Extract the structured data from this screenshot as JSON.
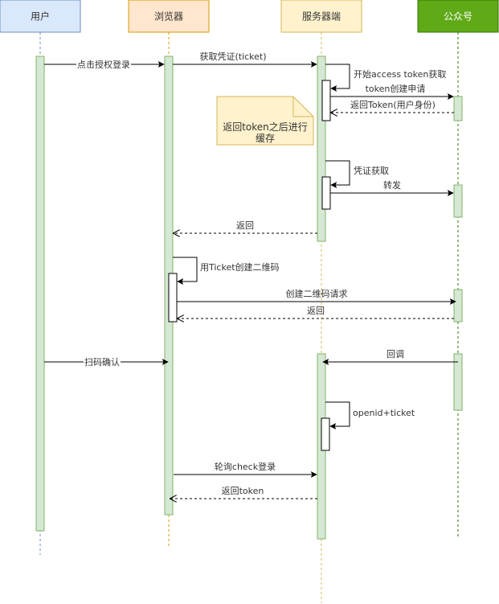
{
  "colors": {
    "user_fill": "#dae8fc",
    "user_stroke": "#6c8ebf",
    "browser_fill": "#ffe6cc",
    "browser_stroke": "#d79b00",
    "server_fill": "#fff2cc",
    "server_stroke": "#d6b656",
    "wx_fill": "#60a917",
    "wx_stroke": "#2d7600",
    "activation_fill": "#d5e8d4",
    "activation_stroke": "#82b366",
    "note_fill": "#fff2cc",
    "note_stroke": "#d6b656"
  },
  "participants": [
    {
      "id": "user",
      "label": "用户"
    },
    {
      "id": "browser",
      "label": "浏览器"
    },
    {
      "id": "server",
      "label": "服务器端"
    },
    {
      "id": "wx",
      "label": "公众号"
    }
  ],
  "note": {
    "line1": "返回token之后进行",
    "line2": "缓存"
  },
  "messages": [
    {
      "id": "m1",
      "from": "user",
      "to": "browser",
      "label": "点击授权登录",
      "style": "solid"
    },
    {
      "id": "m2",
      "from": "browser",
      "to": "server",
      "label": "获取凭证(ticket)",
      "style": "solid"
    },
    {
      "id": "m3",
      "from": "server",
      "to": "server",
      "label": "开始access token获取",
      "style": "self"
    },
    {
      "id": "m4",
      "from": "server",
      "to": "wx",
      "label": "token创建申请",
      "style": "solid"
    },
    {
      "id": "m5",
      "from": "wx",
      "to": "server",
      "label": "返回Token(用户身份)",
      "style": "dashed"
    },
    {
      "id": "m6",
      "from": "server",
      "to": "server",
      "label": "凭证获取",
      "style": "self"
    },
    {
      "id": "m7",
      "from": "server",
      "to": "wx",
      "label": "转发",
      "style": "solid"
    },
    {
      "id": "m8",
      "from": "server",
      "to": "browser",
      "label": "返回",
      "style": "dashed"
    },
    {
      "id": "m9",
      "from": "browser",
      "to": "browser",
      "label": "用Ticket创建二维码",
      "style": "self"
    },
    {
      "id": "m10",
      "from": "browser",
      "to": "wx",
      "label": "创建二维码请求",
      "style": "solid"
    },
    {
      "id": "m11",
      "from": "wx",
      "to": "browser",
      "label": "返回",
      "style": "dashed"
    },
    {
      "id": "m12",
      "from": "user",
      "to": "browser",
      "label": "扫码确认",
      "style": "solid"
    },
    {
      "id": "m13",
      "from": "wx",
      "to": "server",
      "label": "回调",
      "style": "solid"
    },
    {
      "id": "m14",
      "from": "server",
      "to": "server",
      "label": "openid+ticket",
      "style": "self"
    },
    {
      "id": "m15",
      "from": "browser",
      "to": "server",
      "label": "轮询check登录",
      "style": "solid"
    },
    {
      "id": "m16",
      "from": "server",
      "to": "browser",
      "label": "返回token",
      "style": "dashed"
    }
  ]
}
